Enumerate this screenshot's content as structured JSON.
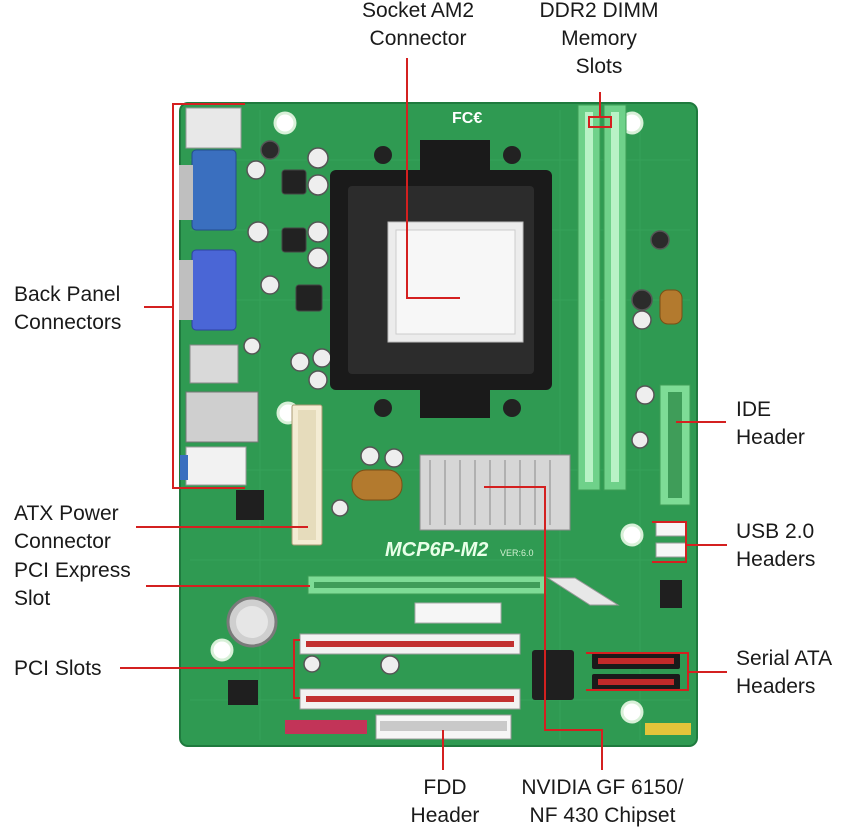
{
  "labels": {
    "socket": [
      "Socket AM2",
      "Connector"
    ],
    "dimm": [
      "DDR2 DIMM",
      "Memory",
      "Slots"
    ],
    "back_panel": [
      "Back Panel",
      "Connectors"
    ],
    "ide": [
      "IDE",
      "Header"
    ],
    "atx": [
      "ATX Power",
      "Connector"
    ],
    "pcie": [
      "PCI Express",
      "Slot"
    ],
    "usb": [
      "USB 2.0",
      "Headers"
    ],
    "pci": [
      "PCI Slots"
    ],
    "sata": [
      "Serial ATA",
      "Headers"
    ],
    "fdd": [
      "FDD",
      "Header"
    ],
    "chipset": [
      "NVIDIA GF 6150/",
      "NF 430 Chipset"
    ]
  },
  "board": {
    "model_marking": "MCP6P-M2",
    "version_marking": "VER:6.0",
    "fcc_marking": "FC€"
  },
  "colors": {
    "pcb": "#2f9a52",
    "pcb_dark": "#1f7a3e",
    "callout_line": "#d42020",
    "label_text": "#1a1a1a"
  }
}
